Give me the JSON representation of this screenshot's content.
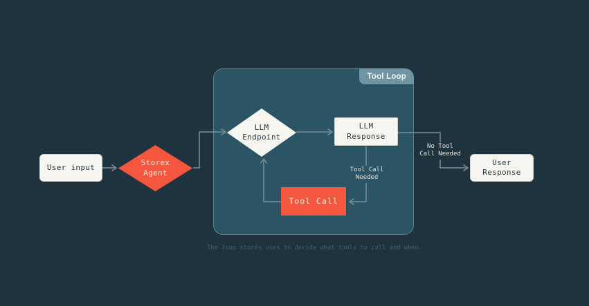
{
  "container": {
    "label": "Tool Loop"
  },
  "nodes": {
    "user_input": {
      "label": "User input"
    },
    "storex_agent": {
      "line1": "Storex",
      "line2": "Agent"
    },
    "llm_endpoint": {
      "line1": "LLM",
      "line2": "Endpoint"
    },
    "llm_response": {
      "line1": "LLM",
      "line2": "Response"
    },
    "tool_call": {
      "label": "Tool Call"
    },
    "user_response": {
      "line1": "User",
      "line2": "Response"
    }
  },
  "edge_labels": {
    "no_tool": {
      "line1": "No Tool",
      "line2": "Call Needed"
    },
    "tool_call_needed": {
      "line1": "Tool Call",
      "line2": "Needed"
    }
  },
  "caption": "The loop storex uses to decide what tools to call and when",
  "colors": {
    "background": "#1f333e",
    "loop_fill": "#2b5565",
    "loop_border": "#597f8d",
    "loop_tab": "#6f94a2",
    "node_fill": "#f7f5ef",
    "node_text": "#273a45",
    "accent_red": "#f4563e",
    "connector": "#7a909b",
    "edge_label_text": "#e8e4da",
    "caption_text": "#41606d"
  }
}
